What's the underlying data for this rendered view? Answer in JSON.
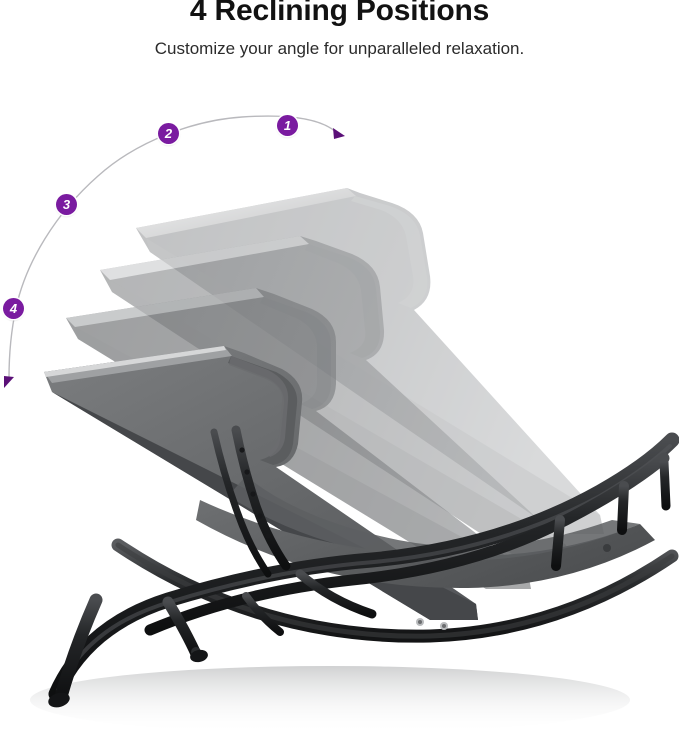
{
  "header": {
    "title": "4 Reclining Positions",
    "subtitle": "Customize your angle for unparalleled relaxation."
  },
  "colors": {
    "badge_purple": "#7a1ba0",
    "badge_text": "#ffffff",
    "arc_line": "#b9b9bd",
    "title_text": "#121212",
    "subtitle_text": "#2b2b2b",
    "background": "#ffffff",
    "frame_black": "#1b1b1d",
    "mesh_dark_gray": "#5a5c5e"
  },
  "recline_arc": {
    "direction_label": "arc",
    "start_arrow": "arrowhead-down",
    "end_arrow": "arrowhead-right",
    "positions": [
      {
        "number": "1",
        "name": "position-1-upright"
      },
      {
        "number": "2",
        "name": "position-2"
      },
      {
        "number": "3",
        "name": "position-3"
      },
      {
        "number": "4",
        "name": "position-4-flat"
      }
    ]
  },
  "product": {
    "name": "reclining-chaise-lounge-chair",
    "backrest_ghosts": [
      {
        "index": "1",
        "opacity_label": "lightest"
      },
      {
        "index": "2",
        "opacity_label": "light"
      },
      {
        "index": "3",
        "opacity_label": "medium"
      },
      {
        "index": "4",
        "opacity_label": "solid"
      }
    ]
  }
}
